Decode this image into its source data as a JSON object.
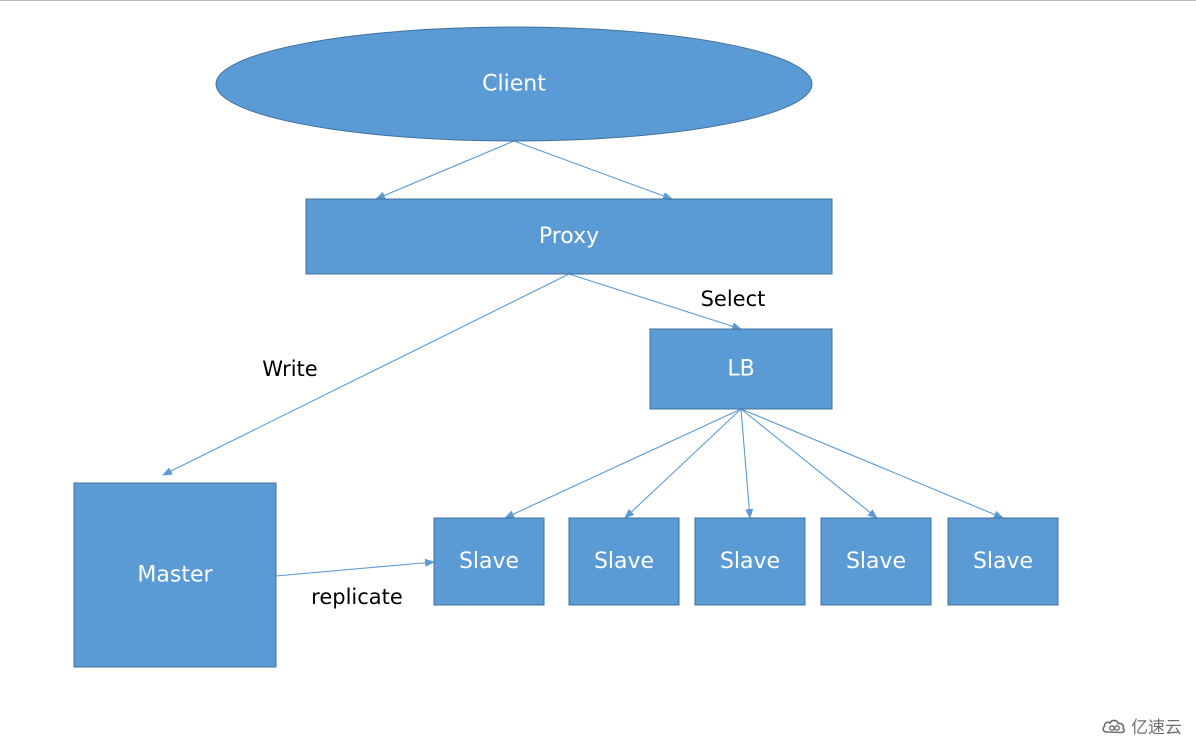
{
  "diagram": {
    "node_fill": "#5b9bd5",
    "node_stroke": "#41719c",
    "edge_color": "#5b9bd5",
    "nodes": [
      {
        "id": "client",
        "label": "Client",
        "shape": "ellipse"
      },
      {
        "id": "proxy",
        "label": "Proxy",
        "shape": "rect"
      },
      {
        "id": "lb",
        "label": "LB",
        "shape": "rect"
      },
      {
        "id": "master",
        "label": "Master",
        "shape": "rect"
      },
      {
        "id": "slave1",
        "label": "Slave",
        "shape": "rect"
      },
      {
        "id": "slave2",
        "label": "Slave",
        "shape": "rect"
      },
      {
        "id": "slave3",
        "label": "Slave",
        "shape": "rect"
      },
      {
        "id": "slave4",
        "label": "Slave",
        "shape": "rect"
      },
      {
        "id": "slave5",
        "label": "Slave",
        "shape": "rect"
      }
    ],
    "edges": [
      {
        "id": "client-proxy-a",
        "from": "client",
        "to": "proxy",
        "label": ""
      },
      {
        "id": "client-proxy-b",
        "from": "client",
        "to": "proxy",
        "label": ""
      },
      {
        "id": "proxy-master",
        "from": "proxy",
        "to": "master",
        "label": "Write"
      },
      {
        "id": "proxy-lb",
        "from": "proxy",
        "to": "lb",
        "label": "Select"
      },
      {
        "id": "lb-slave1",
        "from": "lb",
        "to": "slave1",
        "label": ""
      },
      {
        "id": "lb-slave2",
        "from": "lb",
        "to": "slave2",
        "label": ""
      },
      {
        "id": "lb-slave3",
        "from": "lb",
        "to": "slave3",
        "label": ""
      },
      {
        "id": "lb-slave4",
        "from": "lb",
        "to": "slave4",
        "label": ""
      },
      {
        "id": "lb-slave5",
        "from": "lb",
        "to": "slave5",
        "label": ""
      },
      {
        "id": "master-slave1",
        "from": "master",
        "to": "slave1",
        "label": "replicate"
      }
    ]
  },
  "watermark": {
    "text": "亿速云",
    "icon": "cloud-logo-icon"
  }
}
